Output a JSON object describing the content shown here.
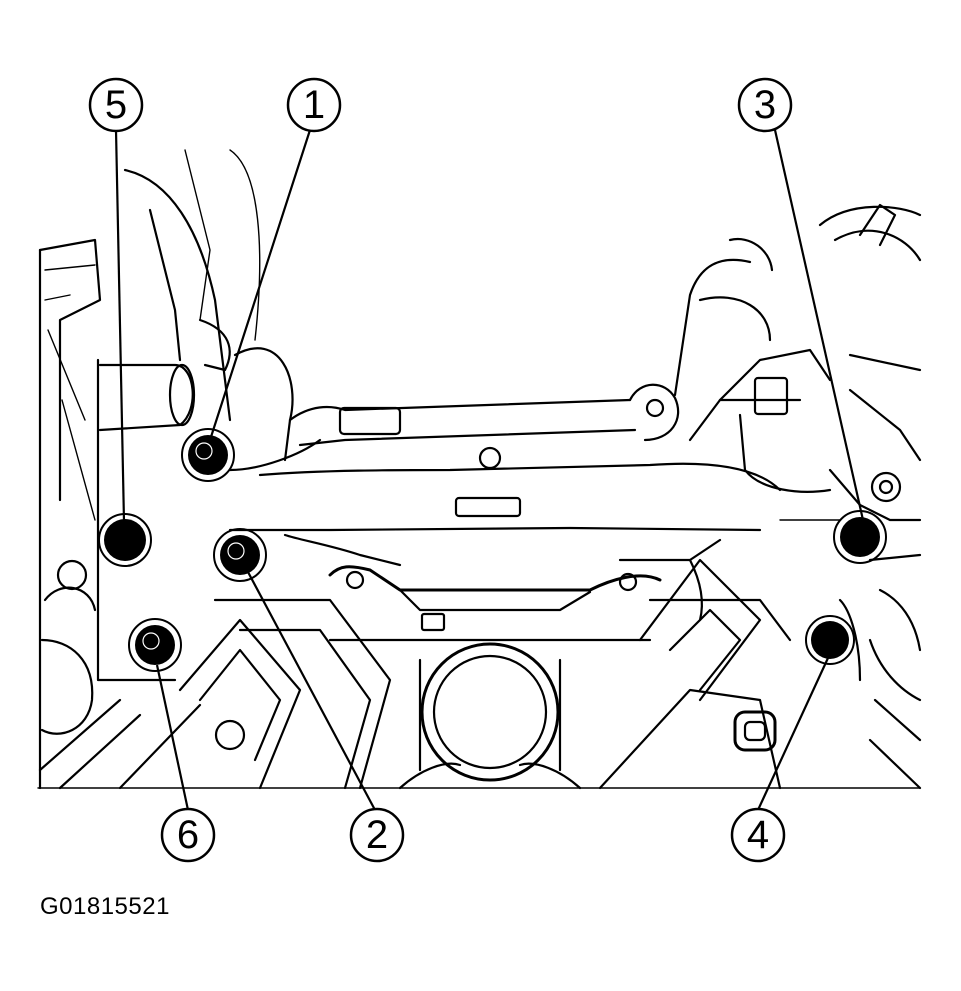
{
  "figure_id": "G01815521",
  "callouts": [
    {
      "label": "1"
    },
    {
      "label": "2"
    },
    {
      "label": "3"
    },
    {
      "label": "4"
    },
    {
      "label": "5"
    },
    {
      "label": "6"
    }
  ],
  "colors": {
    "ink": "#000000",
    "paper": "#ffffff"
  }
}
